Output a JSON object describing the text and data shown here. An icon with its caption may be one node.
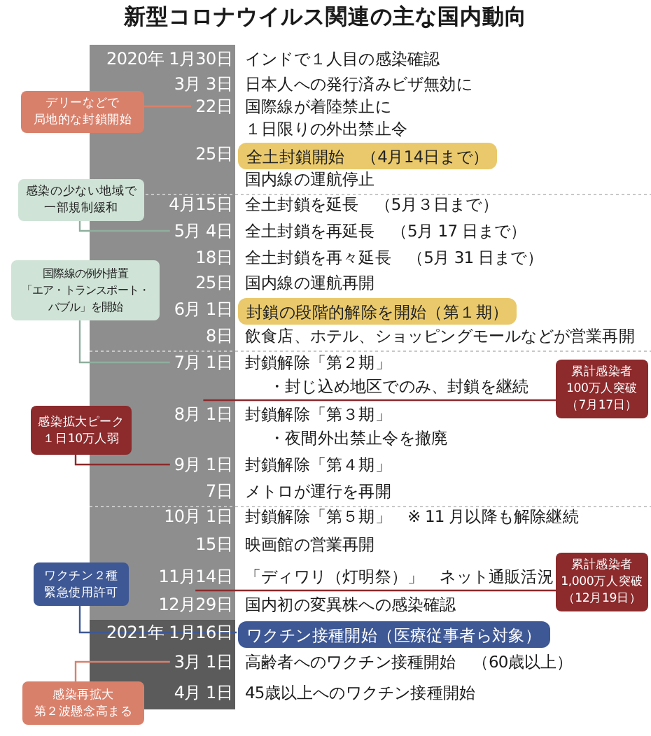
{
  "diagram": {
    "title": "新型コロナウイルス関連の主な国内動向",
    "nodes": [
      {
        "text": [
          "デリーなどで局地的な封鎖開始"
        ]
      },
      {
        "text": [
          "22日"
        ]
      },
      {
        "text": [
          "全土封鎖開始　（4月14日まで）"
        ]
      },
      {
        "text": [
          "感染の少ない地域で一部規制緩和"
        ]
      },
      {
        "text": [
          "5月 4日"
        ]
      },
      {
        "text": [
          "国際線の例外措置「エア・トランスポート・バブル」を開始"
        ]
      },
      {
        "text": [
          "封鎖の段階的解除を開始（第１期）"
        ]
      },
      {
        "text": [
          "7月 1日"
        ]
      },
      {
        "text": [
          "累計感染者100万人突破（7月17日）"
        ]
      },
      {
        "text": [
          "感染拡大ピーク１日10万人弱"
        ]
      },
      {
        "text": [
          "9月 1日"
        ]
      },
      {
        "text": [
          "ワクチン２種緊急使用許可"
        ]
      },
      {
        "text": [
          "累計感染者1,000万人突破（12月19日）"
        ]
      },
      {
        "text": [
          "11月14日"
        ]
      },
      {
        "text": [
          "2021年 1月16日"
        ]
      },
      {
        "text": [
          "ワクチン接種開始（医療従事者ら対象）"
        ]
      },
      {
        "text": [
          "感染再拡大第２波懸念高まる"
        ]
      },
      {
        "text": [
          "3月 1日"
        ]
      }
    ],
    "edges": [
      {
        "from": 0,
        "to": 1,
        "arrow": "none",
        "color": "#d9806b"
      },
      {
        "from": 3,
        "to": 4,
        "arrow": "none",
        "color": "#8fae9e"
      },
      {
        "from": 5,
        "to": 7,
        "arrow": "none",
        "color": "#8fae9e"
      },
      {
        "from": 8,
        "to": 7,
        "arrow": "none",
        "color": "#8c2a2c"
      },
      {
        "from": 9,
        "to": 10,
        "arrow": "none",
        "color": "#8c2a2c"
      },
      {
        "from": 11,
        "to": 14,
        "arrow": "none",
        "color": "#3e5895"
      },
      {
        "from": 12,
        "to": 13,
        "arrow": "none",
        "color": "#8c2a2c"
      },
      {
        "from": 16,
        "to": 17,
        "arrow": "none",
        "color": "#d9806b"
      }
    ],
    "labels": [
      "2020年 1月30日",
      "インドで１人目の感染確認",
      "3月 3日",
      "日本人への発行済みビザ無効に",
      "国際線が着陸禁止に１日限りの外出禁止令",
      "25日",
      "国内線の運航停止",
      "4月15日",
      "全土封鎖を延長　（5月３日まで）",
      "全土封鎖を再延長　（5月 17 日まで）",
      "18日",
      "全土封鎖を再々延長　（5月 31 日まで）",
      "25日",
      "国内線の運航再開",
      "6月 1日",
      "8日",
      "飲食店、ホテル、ショッピングモールなどが営業再開",
      "封鎖解除「第２期」",
      "・封じ込め地区でのみ、封鎖を継続",
      "8月 1日",
      "封鎖解除「第３期」",
      "・夜間外出禁止令を撤廃",
      "封鎖解除「第４期」",
      "7日",
      "メトロが運行を再開",
      "10月 1日",
      "封鎖解除「第５期」　※ 11 月以降も解除継続",
      "15日",
      "映画館の営業再開",
      "「ディワリ（灯明祭）」　ネット通販活況",
      "12月29日",
      "国内初の変異株への感染確認",
      "高齢者へのワクチン接種開始　（60歳以上）",
      "4月 1日",
      "45歳以上へのワクチン接種開始"
    ]
  }
}
